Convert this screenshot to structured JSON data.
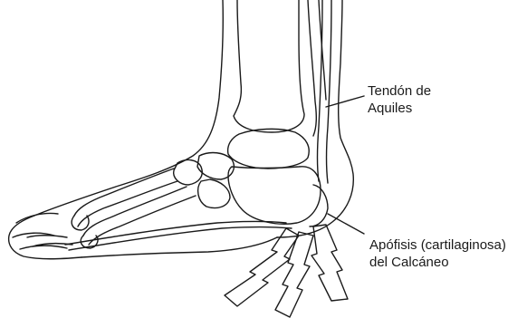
{
  "labels": {
    "achilles": {
      "line1": "Tendón de",
      "line2": "Aquiles"
    },
    "apophysis": {
      "line1": "Apófisis (cartilaginosa)",
      "line2": "del Calcáneo"
    }
  },
  "colors": {
    "ink": "#1a1a1a",
    "background": "#ffffff"
  },
  "icons": [
    "impact-bolt-icon",
    "impact-bolt-icon",
    "impact-bolt-icon"
  ]
}
